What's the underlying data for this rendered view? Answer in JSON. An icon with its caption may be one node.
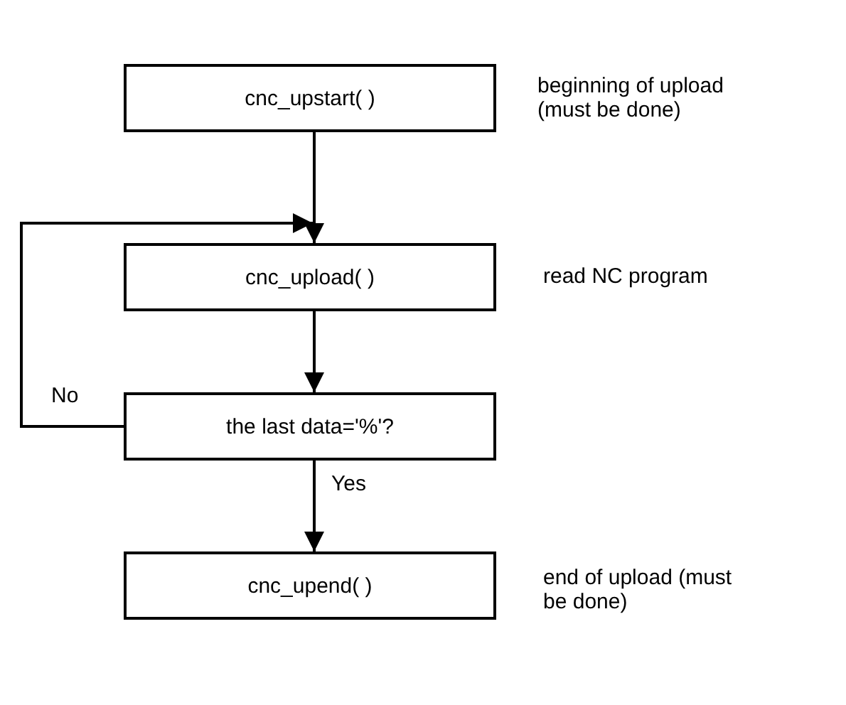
{
  "diagram": {
    "nodes": [
      {
        "text": [
          "cnc_upstart( )"
        ],
        "beside": [
          "beginning of upload (must be done)"
        ]
      },
      {
        "text": [
          "cnc_upload( )"
        ],
        "beside": [
          "read NC program"
        ]
      },
      {
        "text": [
          "the last data='%'?"
        ]
      },
      {
        "text": [
          "cnc_upend( )"
        ],
        "beside": [
          "end of upload (must be done)"
        ]
      }
    ],
    "edges": [
      {
        "from": 0,
        "to": 1,
        "arrow": "to"
      },
      {
        "from": 1,
        "to": 2,
        "arrow": "to"
      },
      {
        "from": 2,
        "to": 3,
        "arrow": "to",
        "label": "Yes"
      },
      {
        "from": 2,
        "to": 1,
        "arrow": "to",
        "label": "No"
      }
    ]
  }
}
